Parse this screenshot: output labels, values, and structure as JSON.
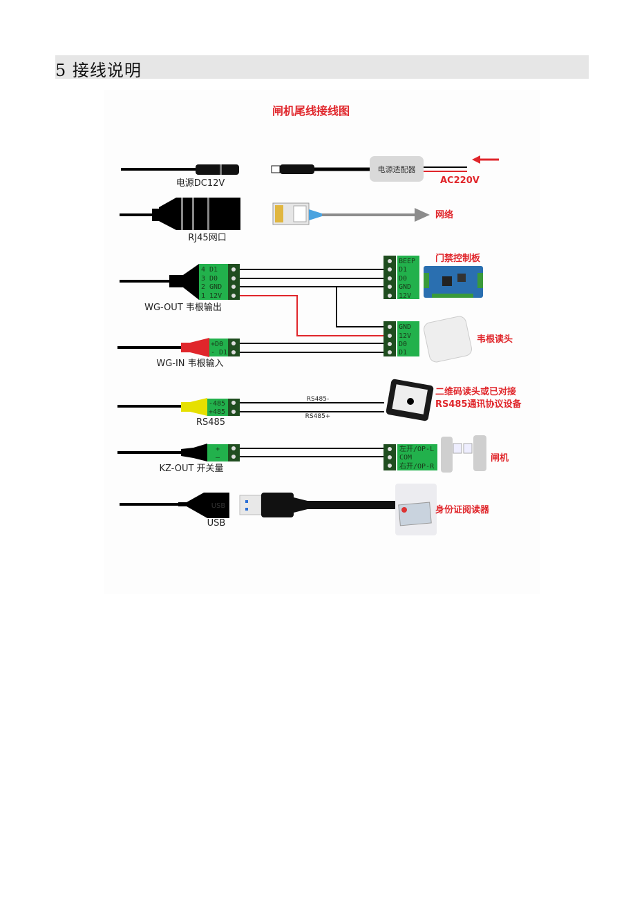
{
  "section": {
    "heading": "5 接线说明"
  },
  "diagram": {
    "title": "闸机尾线接线图",
    "power": {
      "port_label": "电源DC12V",
      "adapter": "电源适配器",
      "input": "AC220V"
    },
    "rj45": {
      "port_label": "RJ45网口",
      "target": "网络"
    },
    "wg_out": {
      "port_label": "WG-OUT  韦根输出",
      "pins": [
        "4  D1",
        "3  D0",
        "2  GND",
        "1  12V"
      ],
      "target": "门禁控制板",
      "target_pins": [
        "BEEP",
        "D1",
        "D0",
        "GND",
        "12V"
      ]
    },
    "wg_in": {
      "port_label": "WG-IN  韦根输入",
      "pins": [
        "+D0",
        "- D1"
      ],
      "target": "韦根读头",
      "target_pins": [
        "GND",
        "12V",
        "D0",
        "D1"
      ]
    },
    "rs485": {
      "port_label": "RS485",
      "pins": [
        "-485",
        "+485"
      ],
      "wire_minus": "RS485-",
      "wire_plus": "RS485+",
      "target_line1": "二维码读头或已对接",
      "target_line2": "RS485通讯协议设备"
    },
    "kz_out": {
      "port_label": "KZ-OUT  开关量",
      "pins": [
        "+",
        "–"
      ],
      "target": "闸机",
      "target_pins": [
        "左开/OP-L",
        "COM",
        "右开/OP-R"
      ]
    },
    "usb": {
      "port_label": "USB",
      "receptacle": "USB",
      "target": "身份证阅读器"
    }
  },
  "colors": {
    "accent_red": "#e0262b",
    "terminal_green": "#22b14c",
    "heading_bg": "#e6e6e6"
  }
}
